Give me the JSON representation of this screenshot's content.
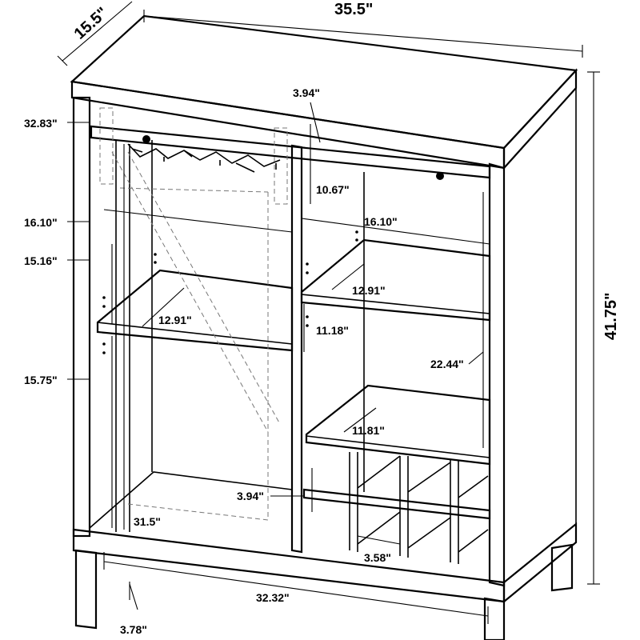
{
  "dimensions": {
    "width_top": "35.5\"",
    "depth_top": "15.5\"",
    "height_total": "41.75\"",
    "rack_offset": "32.83\"",
    "rail_gap": "3.94\"",
    "upper_cubby_height": "10.67\"",
    "left_inner_width": "16.10\"",
    "right_inner_width": "16.10\"",
    "left_side_depth": "15.16\"",
    "left_shelf_depth": "12.91\"",
    "right_shelf_depth": "12.91\"",
    "middle_cubby_height": "11.18\"",
    "right_section_height": "22.44\"",
    "lower_left_height": "15.75\"",
    "lower_shelf_depth": "11.81\"",
    "wine_rail_gap": "3.94\"",
    "left_opening_height": "31.5\"",
    "wine_cell_width": "3.58\"",
    "base_width": "32.32\"",
    "leg_height": "3.78\""
  }
}
